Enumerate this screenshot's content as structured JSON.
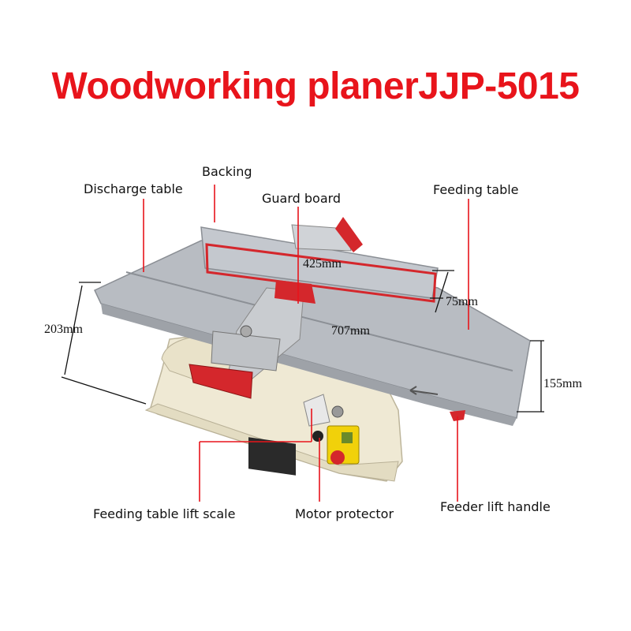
{
  "title": "Woodworking planerJJP-5015",
  "colors": {
    "title": "#e8141b",
    "callout_line": "#e8141b",
    "table_top": "#b8bcc2",
    "base": "#efe9d4",
    "red_part": "#d4272c",
    "switch": "#f1d10a"
  },
  "labels": {
    "backing": "Backing",
    "discharge_table": "Discharge table",
    "guard_board": "Guard board",
    "feeding_table": "Feeding table",
    "feeding_table_lift_scale": "Feeding table lift scale",
    "motor_protector": "Motor protector",
    "feeder_lift_handle": "Feeder lift handle"
  },
  "dimensions": {
    "fence_length": "425mm",
    "table_length": "707mm",
    "fence_height": "75mm",
    "overall_height": "203mm",
    "table_height": "155mm"
  }
}
